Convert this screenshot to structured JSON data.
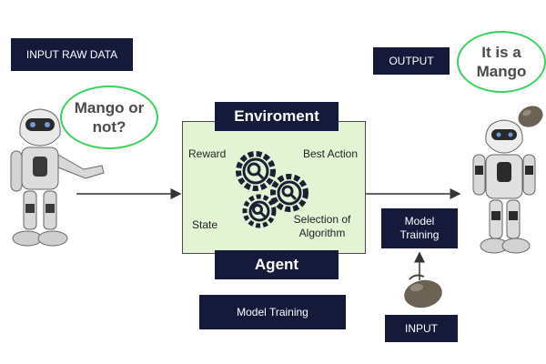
{
  "labels": {
    "input_raw_data": "INPUT RAW DATA",
    "output": "OUTPUT",
    "model_training_bottom": "Model Training",
    "model_training_right": "Model Training",
    "input": "INPUT"
  },
  "bubbles": {
    "question": "Mango or not?",
    "answer": "It is a Mango"
  },
  "environment": {
    "top_tab": "Enviroment",
    "bottom_tab": "Agent",
    "reward": "Reward",
    "best_action": "Best Action",
    "state": "State",
    "selection": "Selection of Algorithm"
  },
  "colors": {
    "label_bg": "#151a3a",
    "bubble_border": "#39d25a",
    "env_bg": "#e3f4d5",
    "arrow": "#333333"
  },
  "icons": [
    "robot-icon",
    "gears-magnifier-icon",
    "mango-icon"
  ]
}
